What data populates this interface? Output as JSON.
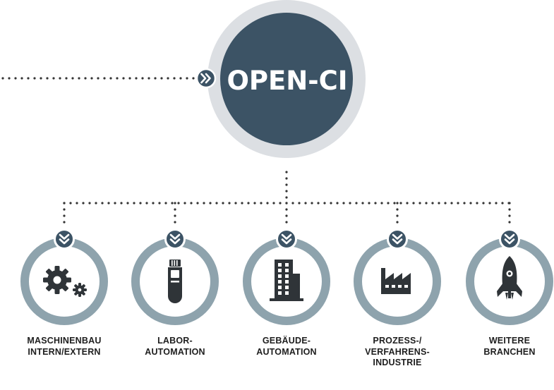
{
  "title": "OPEN-CI",
  "colors": {
    "primary": "#3c5365",
    "ring": "#dcdfe3",
    "sector_ring": "#8ea3ad",
    "icon": "#2f3438",
    "connector": "#333333"
  },
  "sectors": [
    {
      "icon": "gears-icon",
      "lines": [
        "MASCHINENBAU",
        "INTERN/EXTERN"
      ]
    },
    {
      "icon": "test-tube-icon",
      "lines": [
        "LABOR-",
        "AUTOMATION"
      ]
    },
    {
      "icon": "building-icon",
      "lines": [
        "GEBÄUDE-",
        "AUTOMATION"
      ]
    },
    {
      "icon": "factory-icon",
      "lines": [
        "PROZESS-/",
        "VERFAHRENS-",
        "INDUSTRIE"
      ]
    },
    {
      "icon": "rocket-icon",
      "lines": [
        "WEITERE",
        "BRANCHEN"
      ]
    }
  ]
}
